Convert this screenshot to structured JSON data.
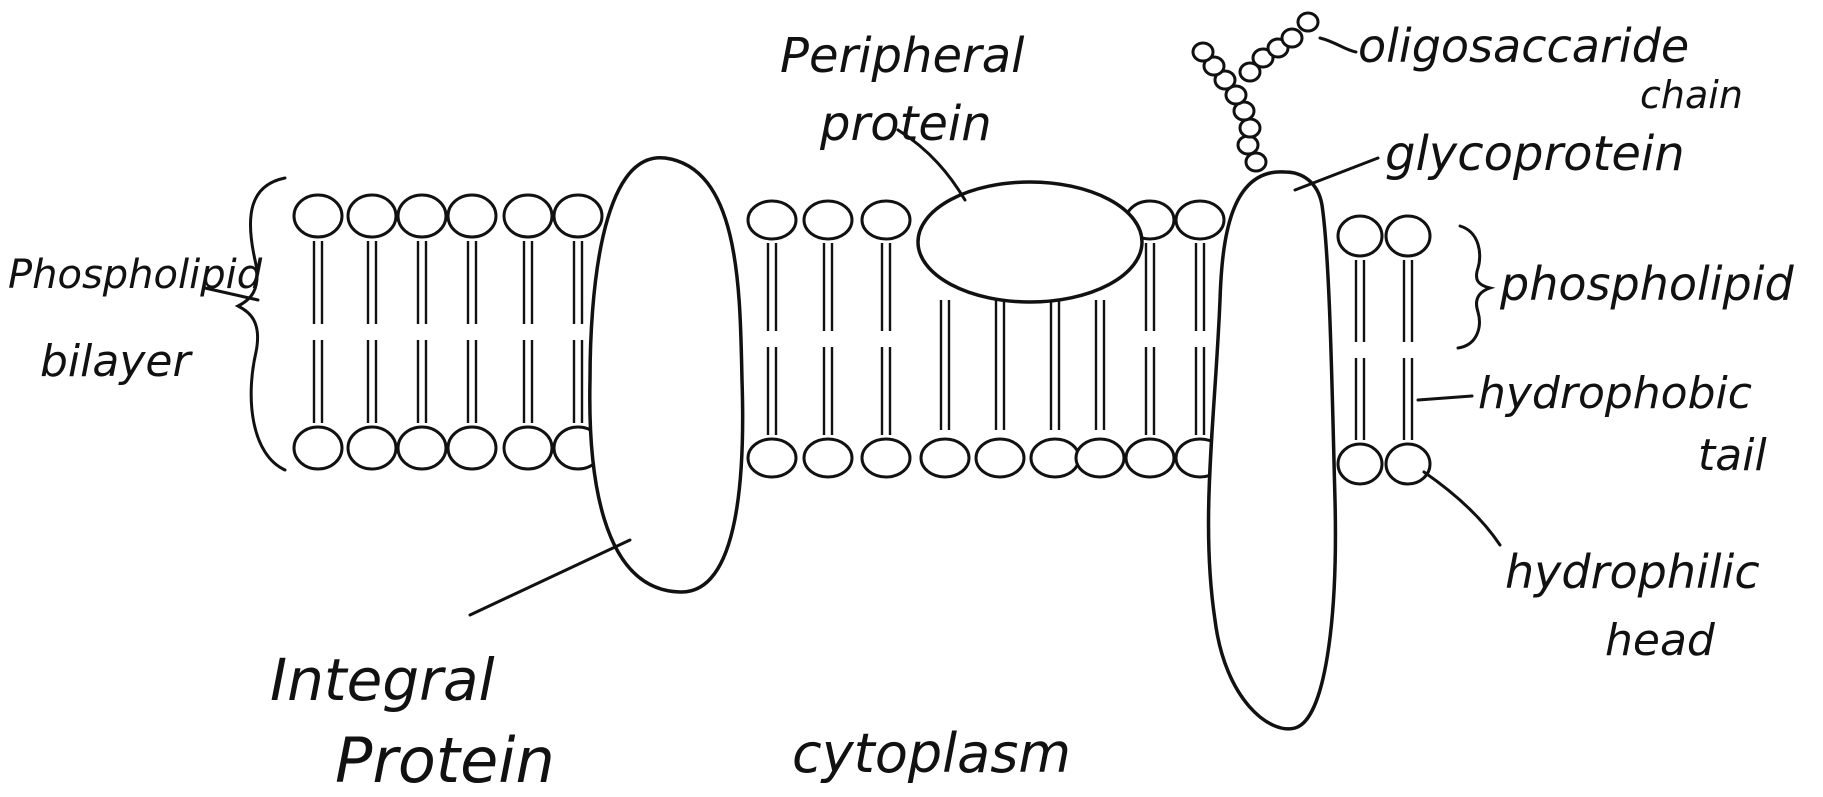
{
  "labels": {
    "phospholipid_bilayer_line1": "Phospholipid",
    "phospholipid_bilayer_line2": "bilayer",
    "peripheral_protein_line1": "Peripheral",
    "peripheral_protein_line2": "protein",
    "oligosaccharide_line1": "oligosaccaride",
    "oligosaccharide_line2": "chain",
    "glycoprotein": "glycoprotein",
    "phospholipid": "phospholipid",
    "hydrophobic_tail_line1": "hydrophobic",
    "hydrophobic_tail_line2": "tail",
    "hydrophilic_head_line1": "hydrophilic",
    "hydrophilic_head_line2": "head",
    "integral_protein_line1": "Integral",
    "integral_protein_line2": "Protein",
    "cytoplasm": "cytoplasm"
  },
  "style": {
    "ink_color": "#111111",
    "background_color": "#ffffff"
  }
}
